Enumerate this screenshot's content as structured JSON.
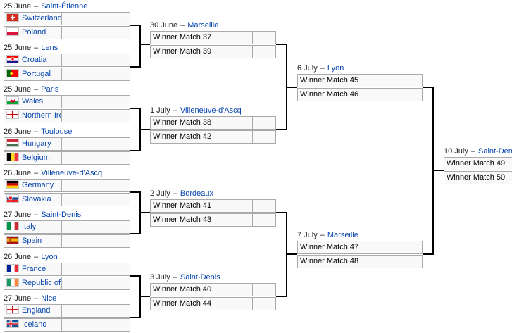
{
  "round_of_16": [
    {
      "date": "25 June",
      "venue": "Saint-Étienne",
      "teams": [
        {
          "name": "Switzerland",
          "flag": "switzerland-flag-icon"
        },
        {
          "name": "Poland",
          "flag": "poland-flag-icon"
        }
      ]
    },
    {
      "date": "25 June",
      "venue": "Lens",
      "teams": [
        {
          "name": "Croatia",
          "flag": "croatia-flag-icon"
        },
        {
          "name": "Portugal",
          "flag": "portugal-flag-icon"
        }
      ]
    },
    {
      "date": "25 June",
      "venue": "Paris",
      "teams": [
        {
          "name": "Wales",
          "flag": "wales-flag-icon"
        },
        {
          "name": "Northern Ireland",
          "flag": "northern-ireland-flag-icon"
        }
      ]
    },
    {
      "date": "26 June",
      "venue": "Toulouse",
      "teams": [
        {
          "name": "Hungary",
          "flag": "hungary-flag-icon"
        },
        {
          "name": "Belgium",
          "flag": "belgium-flag-icon"
        }
      ]
    },
    {
      "date": "26 June",
      "venue": "Villeneuve-d'Ascq",
      "teams": [
        {
          "name": "Germany",
          "flag": "germany-flag-icon"
        },
        {
          "name": "Slovakia",
          "flag": "slovakia-flag-icon"
        }
      ]
    },
    {
      "date": "27 June",
      "venue": "Saint-Denis",
      "teams": [
        {
          "name": "Italy",
          "flag": "italy-flag-icon"
        },
        {
          "name": "Spain",
          "flag": "spain-flag-icon"
        }
      ]
    },
    {
      "date": "26 June",
      "venue": "Lyon",
      "teams": [
        {
          "name": "France",
          "flag": "france-flag-icon"
        },
        {
          "name": "Republic of Ireland",
          "flag": "ireland-flag-icon"
        }
      ]
    },
    {
      "date": "27 June",
      "venue": "Nice",
      "teams": [
        {
          "name": "England",
          "flag": "england-flag-icon"
        },
        {
          "name": "Iceland",
          "flag": "iceland-flag-icon"
        }
      ]
    }
  ],
  "quarter_finals": [
    {
      "date": "30 June",
      "venue": "Marseille",
      "teams": [
        {
          "name": "Winner Match 37"
        },
        {
          "name": "Winner Match 39"
        }
      ]
    },
    {
      "date": "1 July",
      "venue": "Villeneuve-d'Ascq",
      "teams": [
        {
          "name": "Winner Match 38"
        },
        {
          "name": "Winner Match 42"
        }
      ]
    },
    {
      "date": "2 July",
      "venue": "Bordeaux",
      "teams": [
        {
          "name": "Winner Match 41"
        },
        {
          "name": "Winner Match 43"
        }
      ]
    },
    {
      "date": "3 July",
      "venue": "Saint-Denis",
      "teams": [
        {
          "name": "Winner Match 40"
        },
        {
          "name": "Winner Match 44"
        }
      ]
    }
  ],
  "semi_finals": [
    {
      "date": "6 July",
      "venue": "Lyon",
      "teams": [
        {
          "name": "Winner Match 45"
        },
        {
          "name": "Winner Match 46"
        }
      ]
    },
    {
      "date": "7 July",
      "venue": "Marseille",
      "teams": [
        {
          "name": "Winner Match 47"
        },
        {
          "name": "Winner Match 48"
        }
      ]
    }
  ],
  "final": [
    {
      "date": "10 July",
      "venue": "Saint-Denis",
      "teams": [
        {
          "name": "Winner Match 49"
        },
        {
          "name": "Winner Match 50"
        }
      ]
    }
  ],
  "colors": {
    "link": "#0645ad",
    "row_background": "#f9f9f9",
    "border": "#aaaaaa",
    "connector": "#000000"
  }
}
